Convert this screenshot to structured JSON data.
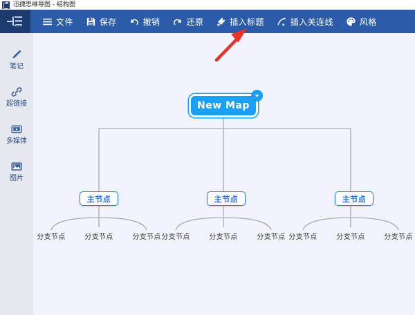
{
  "window": {
    "title": "迅捷思维导图 - 结构图",
    "app_icon": "mindmap-logo-icon"
  },
  "toolbar": {
    "background": "#2b5ba9",
    "brand_icon": "mindmap-brand-icon",
    "items": [
      {
        "label": "文件",
        "icon": "hamburger-menu-icon"
      },
      {
        "label": "保存",
        "icon": "floppy-disk-save-icon"
      },
      {
        "label": "撤销",
        "icon": "undo-arrow-icon"
      },
      {
        "label": "还原",
        "icon": "redo-arrow-icon"
      },
      {
        "label": "插入标题",
        "icon": "tag-plus-icon"
      },
      {
        "label": "插入关连线",
        "icon": "curved-connector-plus-icon"
      },
      {
        "label": "风格",
        "icon": "color-palette-icon"
      }
    ]
  },
  "sidebar": {
    "background": "#e5e8ee",
    "items": [
      {
        "label": "笔记",
        "icon": "pen-note-icon"
      },
      {
        "label": "超链接",
        "icon": "hyperlink-chain-icon"
      },
      {
        "label": "多媒体",
        "icon": "media-film-icon"
      },
      {
        "label": "图片",
        "icon": "image-picture-icon"
      }
    ]
  },
  "canvas": {
    "background": "#f1f4fc",
    "connector_color": "#a8abb0",
    "root": {
      "label": "New Map",
      "fill": "#18a0fb",
      "text_color": "#ffffff",
      "badge_icon": "chevron-down-icon"
    },
    "main_nodes": [
      {
        "label": "主节点"
      },
      {
        "label": "主节点"
      },
      {
        "label": "主节点"
      }
    ],
    "branch_groups": [
      {
        "branches": [
          {
            "label": "分支节点"
          },
          {
            "label": "分支节点"
          },
          {
            "label": "分支节点"
          }
        ]
      },
      {
        "branches": [
          {
            "label": "分支节点"
          },
          {
            "label": "分支节点"
          },
          {
            "label": "分支节点"
          }
        ]
      },
      {
        "branches": [
          {
            "label": "分支节点"
          },
          {
            "label": "分支节点"
          },
          {
            "label": "分支节点"
          }
        ]
      }
    ]
  },
  "annotation": {
    "arrow_color": "#e8342a",
    "points_to": "插入标题"
  }
}
